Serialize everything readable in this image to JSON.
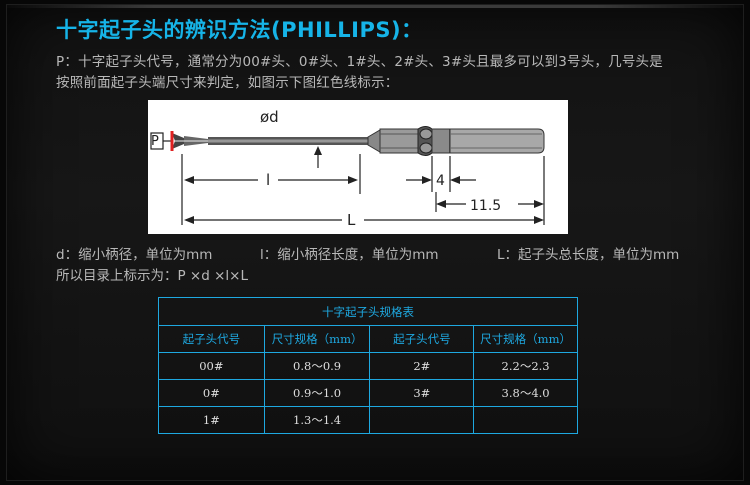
{
  "title": "十字起子头的辨识方法(PHILLIPS)：",
  "description": {
    "line1": "P：十字起子头代号，通常分为00#头、0#头、1#头、2#头、3#头且最多可以到3号头，几号头是",
    "line2": "按照前面起子头端尺寸来判定，如图示下图红色线标示："
  },
  "diagram": {
    "label_p": "P",
    "label_d": "ød",
    "label_l": "l",
    "label_L": "L",
    "dim_4": "4",
    "dim_11_5": "11.5"
  },
  "legend": {
    "d": "d：缩小柄径，单位为mm",
    "l": "l：缩小柄径长度，单位为mm",
    "L": "L：起子头总长度，单位为mm"
  },
  "formula": "所以目录上标示为：P ×d ×l×L",
  "table": {
    "caption": "十字起子头规格表",
    "headers": [
      "起子头代号",
      "尺寸规格（mm）",
      "起子头代号",
      "尺寸规格（mm）"
    ],
    "rows": [
      [
        "00#",
        "0.8～0.9",
        "2#",
        "2.2～2.3"
      ],
      [
        "0#",
        "0.9～1.0",
        "3#",
        "3.8～4.0"
      ],
      [
        "1#",
        "1.3～1.4",
        "",
        ""
      ]
    ]
  },
  "colors": {
    "accent": "#16b4e8",
    "table_border": "#1ea8e0",
    "marker_red": "#e02020"
  }
}
